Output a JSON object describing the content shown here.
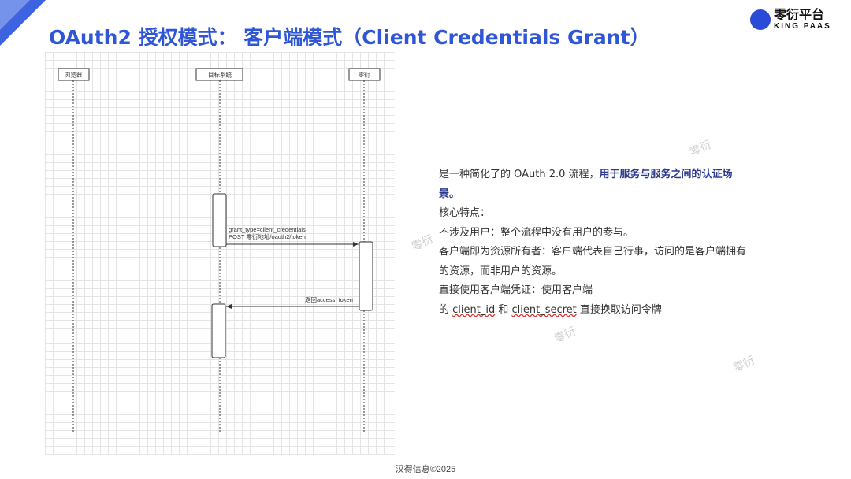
{
  "title": "OAuth2 授权模式： 客户端模式（Client Credentials Grant）",
  "logo": {
    "name": "零衍平台",
    "sub": "KING PAAS"
  },
  "diagram": {
    "participants": [
      "浏览器",
      "目标系统",
      "零衍"
    ],
    "messages": [
      {
        "line1": "grant_type=client_credentials",
        "line2": "POST 零衍地址/oauth2/token"
      },
      {
        "line1": "返回access_token"
      }
    ]
  },
  "desc": {
    "p1_normal": "是一种简化了的 OAuth 2.0 流程，",
    "p1_bold": "用于服务与服务之间的认证场景。",
    "p2": "核心特点：",
    "p3": "不涉及用户：整个流程中没有用户的参与。",
    "p4": "客户端即为资源所有者：客户端代表自己行事，访问的是客户端拥有的资源，而非用户的资源。",
    "p5": "直接使用客户端凭证：使用客户端",
    "p6a": "的 ",
    "p6b": "client_id",
    "p6c": " 和 ",
    "p6d": "client_secret",
    "p6e": " 直接换取访问令牌"
  },
  "watermark": "零衍",
  "footer": "汉得信息©2025"
}
